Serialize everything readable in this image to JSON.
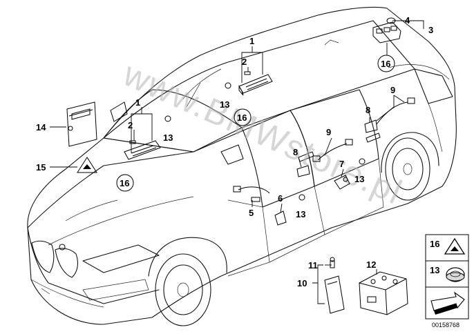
{
  "watermark": "www.BMWstore.pl",
  "diagram_code": "00158768",
  "callouts": {
    "c1_top": "1",
    "c2_top": "2",
    "c3": "3",
    "c4": "4",
    "c16_top": "16",
    "c13_roof": "13",
    "c16_roof": "16",
    "c1_front": "1",
    "c2_front": "2",
    "c13_front": "13",
    "c14": "14",
    "c15": "15",
    "c16_front": "16",
    "c9_rear": "9",
    "c8_rear": "8",
    "c9_front": "9",
    "c8_front": "8",
    "c7": "7",
    "c13_rdoor": "13",
    "c6": "6",
    "c5": "5",
    "c13_fdoor": "13",
    "c11": "11",
    "c10": "10",
    "c12": "12",
    "legend_16": "16",
    "legend_13": "13"
  },
  "icons": {
    "warning": "warning-triangle-icon",
    "grommet": "grommet-plug-icon",
    "arrow": "direction-arrow-icon"
  }
}
